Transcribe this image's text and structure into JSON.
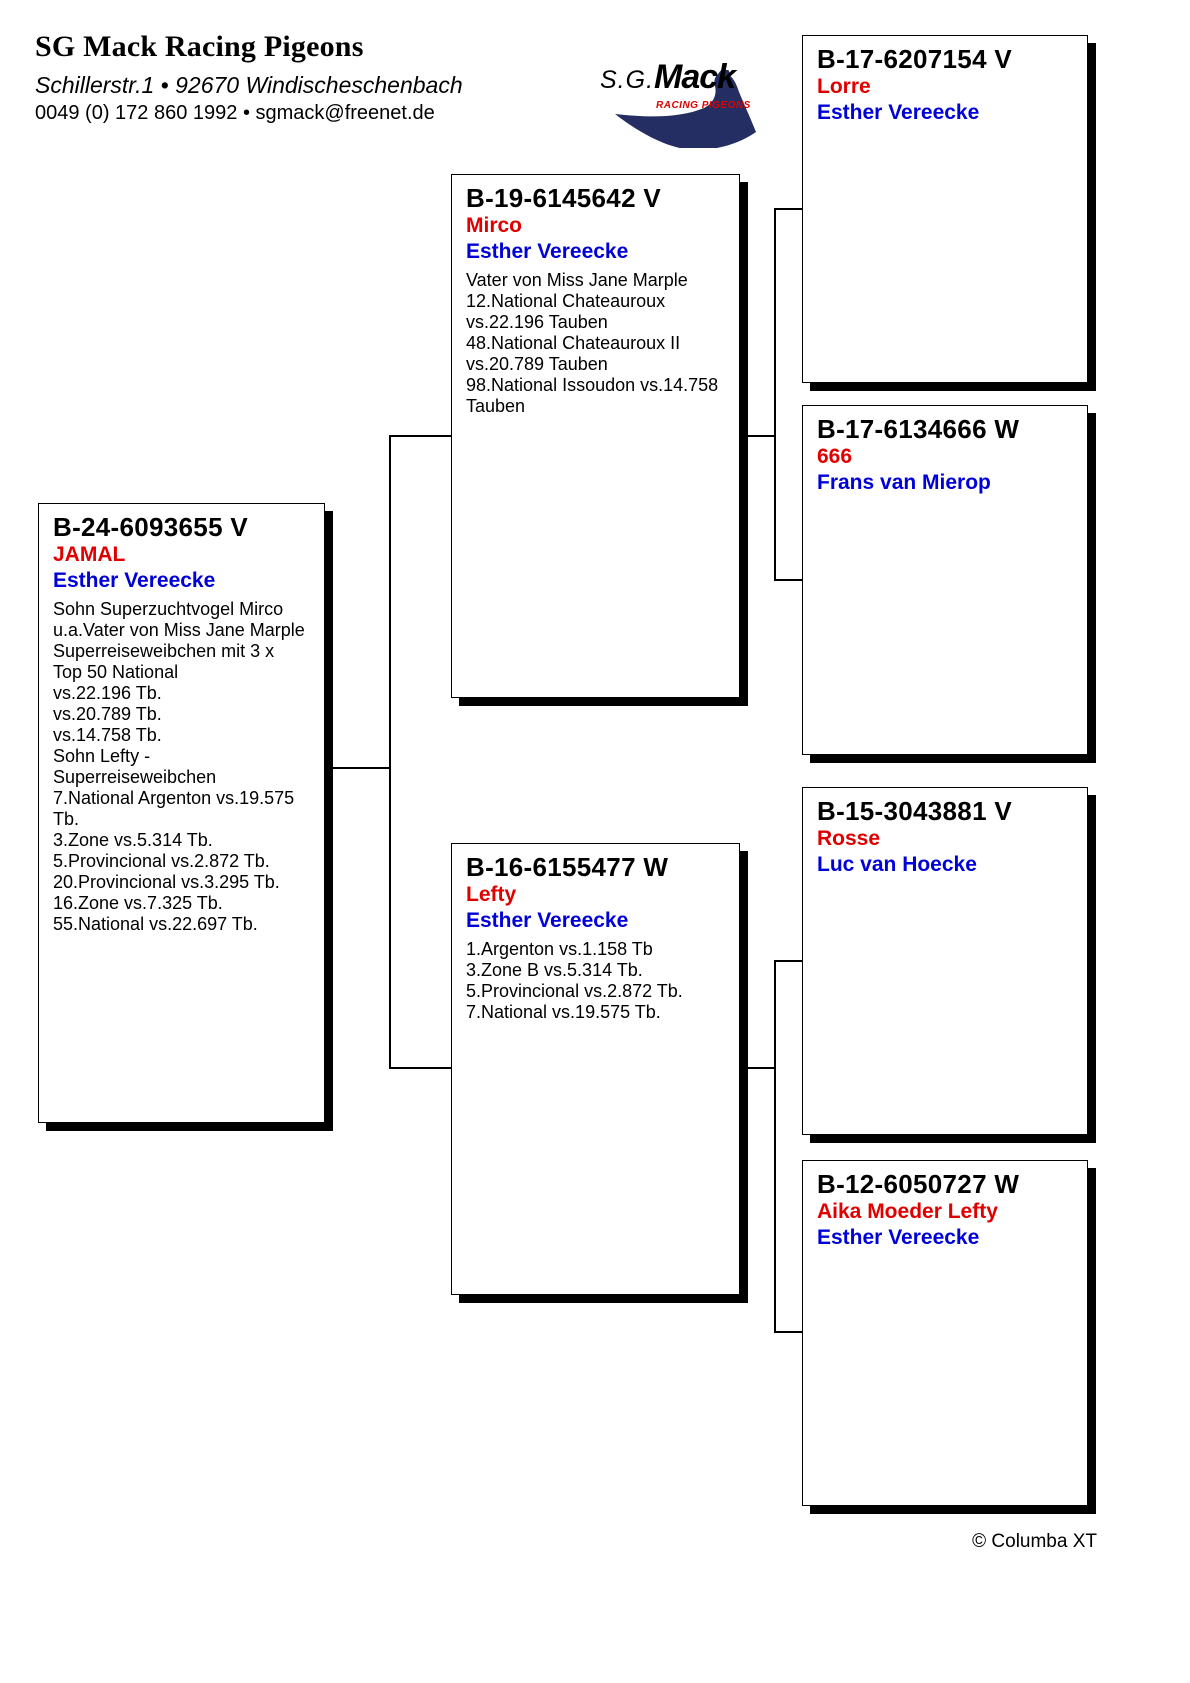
{
  "header": {
    "title": "SG Mack Racing Pigeons",
    "address": "Schillerstr.1 • 92670 Windischeschenbach",
    "contact": "0049 (0) 172 860 1992 • sgmack@freenet.de"
  },
  "logo": {
    "wordmark_prefix": "S.G.",
    "wordmark_name": "Mack",
    "tagline": "RACING PIGEONS"
  },
  "colors": {
    "name_red": "#e10000",
    "fancier_blue": "#0000d8",
    "logo_navy": "#242e62",
    "line_black": "#000000"
  },
  "pedigree": {
    "subject": {
      "ring": "B-24-6093655 V",
      "name": "JAMAL",
      "fancier": "Esther Vereecke",
      "notes": [
        "Sohn Superzuchtvogel Mirco",
        "u.a.Vater von Miss Jane Marple",
        "Superreiseweibchen mit 3 x",
        "Top 50 National",
        "vs.22.196 Tb.",
        "vs.20.789 Tb.",
        "vs.14.758 Tb.",
        "Sohn Lefty -",
        "Superreiseweibchen",
        "7.National Argenton vs.19.575",
        "Tb.",
        "3.Zone vs.5.314 Tb.",
        "5.Provincional vs.2.872 Tb.",
        "20.Provincional vs.3.295 Tb.",
        "16.Zone vs.7.325 Tb.",
        "55.National vs.22.697 Tb."
      ]
    },
    "sire": {
      "ring": "B-19-6145642 V",
      "name": "Mirco",
      "fancier": "Esther Vereecke",
      "notes": [
        "Vater von Miss Jane Marple",
        "12.National Chateauroux",
        "vs.22.196 Tauben",
        "48.National Chateauroux II",
        "vs.20.789 Tauben",
        "98.National Issoudon vs.14.758",
        "Tauben"
      ]
    },
    "dam": {
      "ring": "B-16-6155477 W",
      "name": "Lefty",
      "fancier": "Esther Vereecke",
      "notes": [
        "1.Argenton vs.1.158 Tb",
        "3.Zone B vs.5.314 Tb.",
        "5.Provincional vs.2.872 Tb.",
        "7.National vs.19.575 Tb."
      ]
    },
    "sire_sire": {
      "ring": "B-17-6207154 V",
      "name": "Lorre",
      "fancier": "Esther Vereecke",
      "notes": []
    },
    "sire_dam": {
      "ring": "B-17-6134666 W",
      "name": "666",
      "fancier": "Frans van Mierop",
      "notes": []
    },
    "dam_sire": {
      "ring": "B-15-3043881 V",
      "name": "Rosse",
      "fancier": "Luc van Hoecke",
      "notes": []
    },
    "dam_dam": {
      "ring": "B-12-6050727 W",
      "name": "Aika Moeder Lefty",
      "fancier": "Esther Vereecke",
      "notes": []
    }
  },
  "footer": {
    "copyright": "© Columba XT"
  }
}
